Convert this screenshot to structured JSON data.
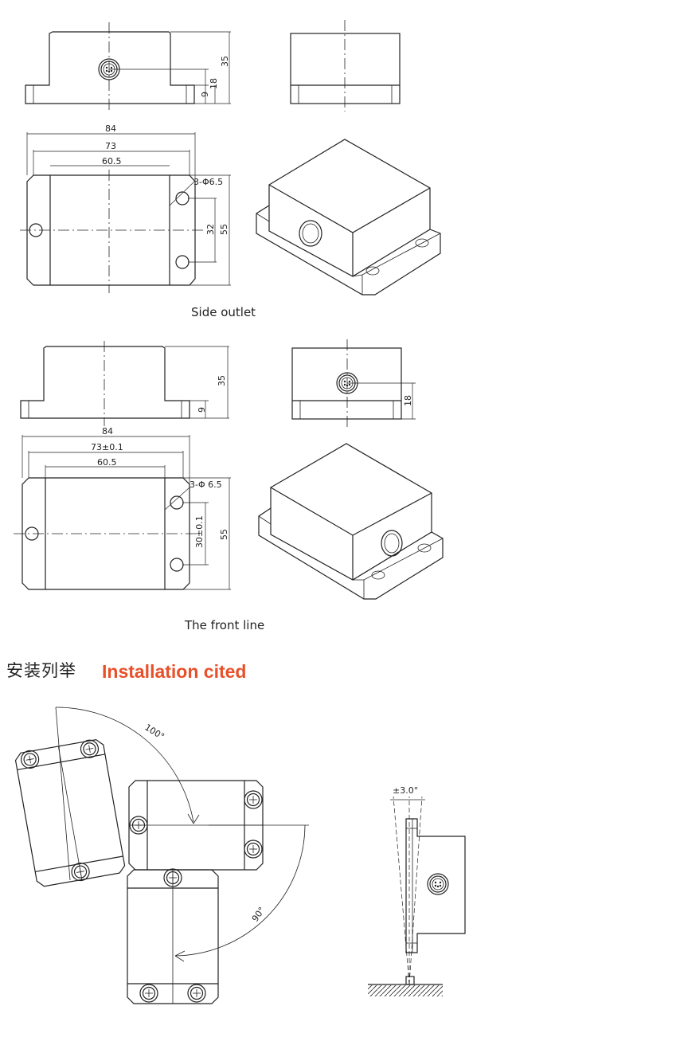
{
  "dims_side": {
    "h35": "35",
    "h18": "18",
    "h9": "9",
    "w84": "84",
    "w73": "73",
    "w605": "60.5",
    "hole": "3-Φ6.5",
    "v32": "32",
    "v55": "55"
  },
  "caption_side": "Side outlet",
  "dims_front": {
    "h35": "35",
    "h9": "9",
    "h18": "18",
    "w84": "84",
    "w73": "73±0.1",
    "w605": "60.5",
    "hole": "3-Φ 6.5",
    "v30": "30±0.1",
    "v55": "55"
  },
  "caption_front": "The front line",
  "section": {
    "title_cn": "安装列举",
    "title_en": "Installation cited"
  },
  "install": {
    "angle_100": "100°",
    "angle_90": "90°",
    "tilt": "±3.0°"
  }
}
